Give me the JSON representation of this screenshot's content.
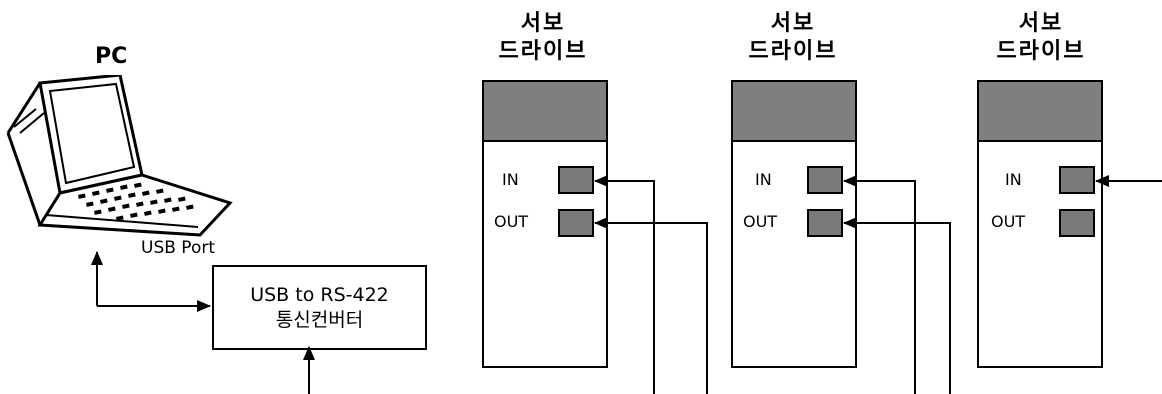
{
  "pc": {
    "title": "PC",
    "port_label": "USB Port"
  },
  "converter": {
    "line1": "USB to RS-422",
    "line2": "통신컨버터"
  },
  "drives": [
    {
      "title_line1": "서보",
      "title_line2": "드라이브",
      "in_label": "IN",
      "out_label": "OUT"
    },
    {
      "title_line1": "서보",
      "title_line2": "드라이브",
      "in_label": "IN",
      "out_label": "OUT"
    },
    {
      "title_line1": "서보",
      "title_line2": "드라이브",
      "in_label": "IN",
      "out_label": "OUT"
    }
  ],
  "colors": {
    "module_header": "#7f7f7f",
    "port": "#7a7a7a",
    "line": "#000000"
  }
}
